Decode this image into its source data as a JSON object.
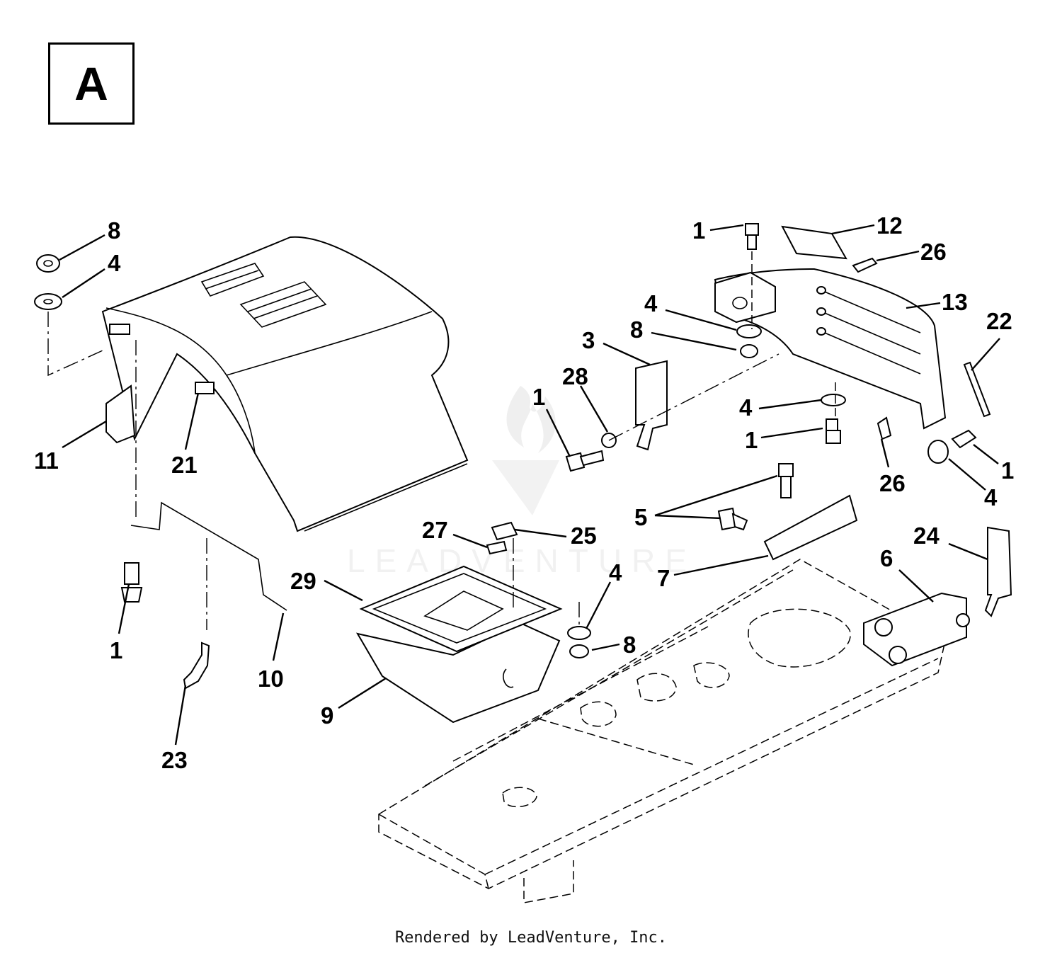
{
  "section": {
    "letter": "A"
  },
  "watermark": {
    "text": "LEADVENTURE"
  },
  "footer": {
    "text": "Rendered by LeadVenture, Inc."
  },
  "callouts": {
    "c8a": "8",
    "c4a": "4",
    "c11": "11",
    "c21": "21",
    "c1a": "1",
    "c23": "23",
    "c10": "10",
    "c27": "27",
    "c25": "25",
    "c29": "29",
    "c9": "9",
    "c4b": "4",
    "c8b": "8",
    "c3": "3",
    "c28": "28",
    "c1b": "1",
    "c1c": "1",
    "c12": "12",
    "c26a": "26",
    "c13": "13",
    "c4c": "4",
    "c8c": "8",
    "c22": "22",
    "c4d": "4",
    "c1d": "1",
    "c26b": "26",
    "c1e": "1",
    "c4e": "4",
    "c5": "5",
    "c7": "7",
    "c24": "24",
    "c6": "6"
  }
}
